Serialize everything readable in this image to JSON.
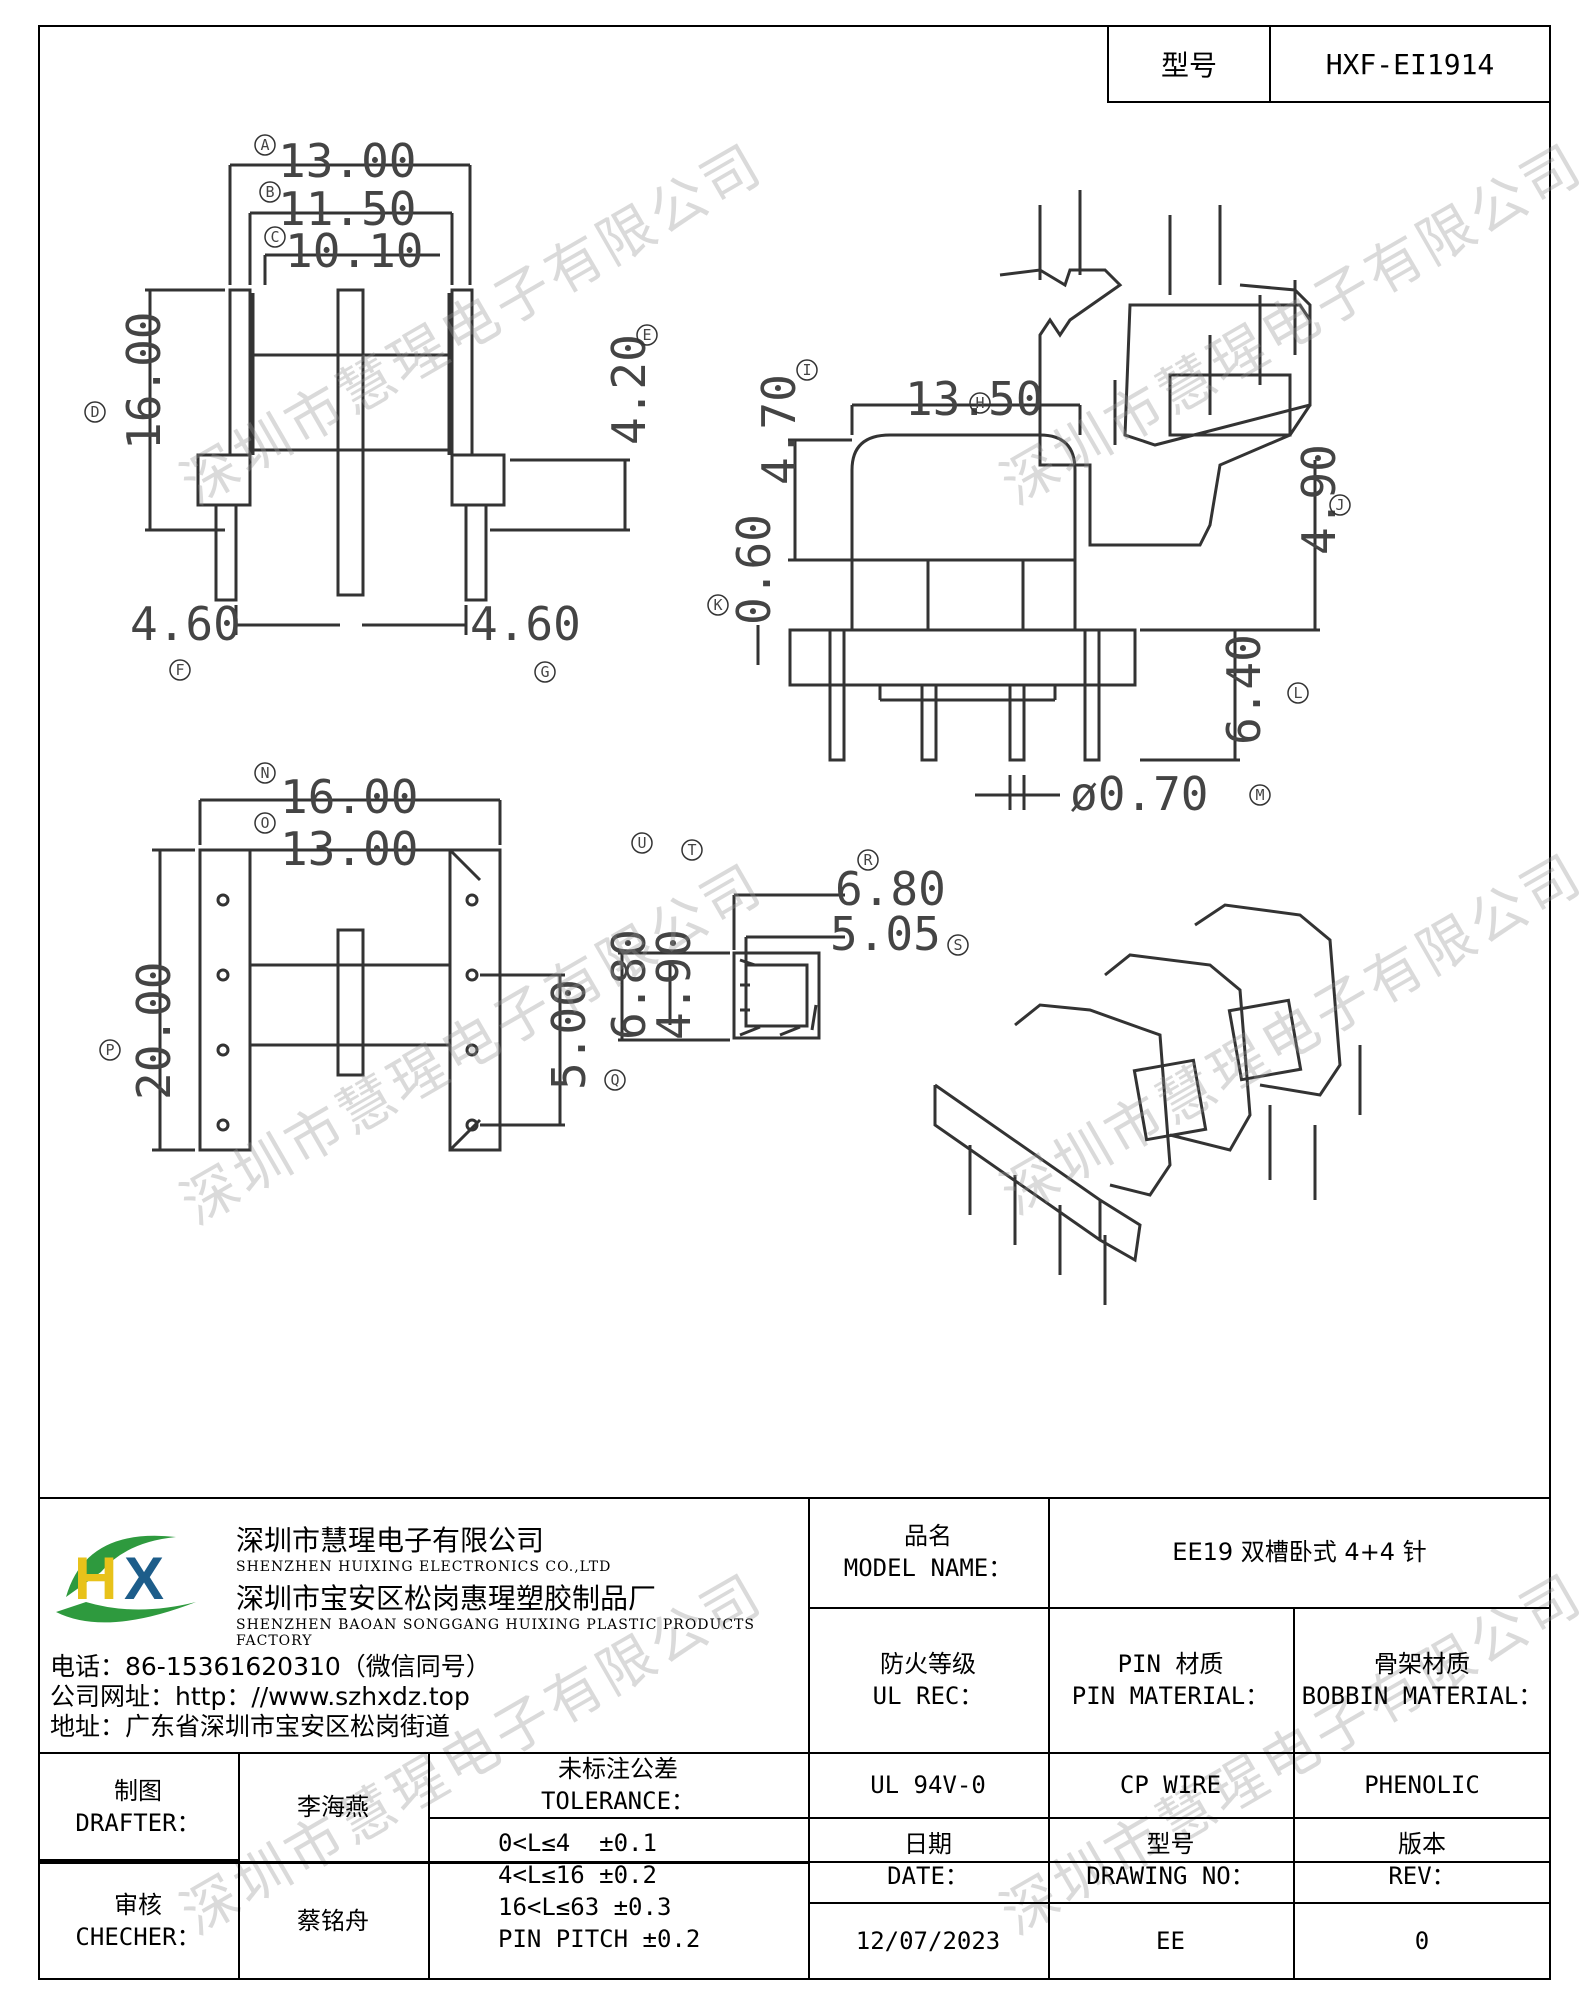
{
  "model_box": {
    "label": "型号",
    "value": "HXF-EI1914"
  },
  "drawing": {
    "dims": {
      "a": "13.00",
      "b": "11.50",
      "c": "10.10",
      "d": "16.00",
      "e": "4.20",
      "f": "4.60",
      "g": "4.60",
      "h": "13.50",
      "i": "4.70",
      "j": "4.90",
      "k": "0.60",
      "l": "6.40",
      "m": "ø0.70",
      "n": "16.00",
      "o": "13.00",
      "p": "20.00",
      "q": "5.00",
      "r": "6.80",
      "s": "5.05",
      "t": "4.90",
      "u": "6.80"
    },
    "letters": [
      "A",
      "B",
      "C",
      "D",
      "E",
      "F",
      "G",
      "H",
      "I",
      "J",
      "K",
      "L",
      "M",
      "N",
      "O",
      "P",
      "Q",
      "R",
      "S",
      "T",
      "U"
    ],
    "watermark": "深圳市慧瑆电子有限公司"
  },
  "company": {
    "name_cn": "深圳市慧瑆电子有限公司",
    "name_en": "SHENZHEN HUIXING ELECTRONICS CO.,LTD",
    "factory_cn": "深圳市宝安区松岗惠瑆塑胶制品厂",
    "factory_en": "SHENZHEN BAOAN SONGGANG HUIXING PLASTIC PRODUCTS FACTORY",
    "phone": "电话：86-15361620310（微信同号）",
    "website": "公司网址：http：//www.szhxdz.top",
    "address": "地址：广东省深圳市宝安区松岗街道",
    "logo_text": "HX",
    "logo_colors": {
      "green": "#2e9a3e",
      "yellow": "#e8c21a",
      "dark": "#1d5d8a"
    }
  },
  "title_block": {
    "model_name_label_cn": "品名",
    "model_name_label_en": "MODEL NAME：",
    "model_name_value": "EE19 双槽卧式 4+4 针",
    "ul_label_cn": "防火等级",
    "ul_label_en": "UL REC：",
    "pin_label_cn": "PIN 材质",
    "pin_label_en": "PIN MATERIAL：",
    "bobbin_label_cn": "骨架材质",
    "bobbin_label_en": "BOBBIN MATERIAL：",
    "ul_value": "UL 94V-0",
    "pin_value": "CP WIRE",
    "bobbin_value": "PHENOLIC",
    "drafter_label_cn": "制图",
    "drafter_label_en": "DRAFTER：",
    "drafter_value": "李海燕",
    "checker_label_cn": "审核",
    "checker_label_en": "CHECHER：",
    "checker_value": "蔡铭舟",
    "tolerance_label_cn": "未标注公差",
    "tolerance_label_en": "TOLERANCE：",
    "tolerance_lines": [
      "0<L≤4  ±0.1",
      "4<L≤16 ±0.2",
      "16<L≤63 ±0.3",
      "PIN PITCH ±0.2"
    ],
    "date_label_cn": "日期",
    "date_label_en": "DATE：",
    "date_value": "12/07/2023",
    "drawing_no_label_cn": "型号",
    "drawing_no_label_en": "DRAWING NO：",
    "drawing_no_value": "EE",
    "rev_label_cn": "版本",
    "rev_label_en": "REV：",
    "rev_value": "0"
  }
}
